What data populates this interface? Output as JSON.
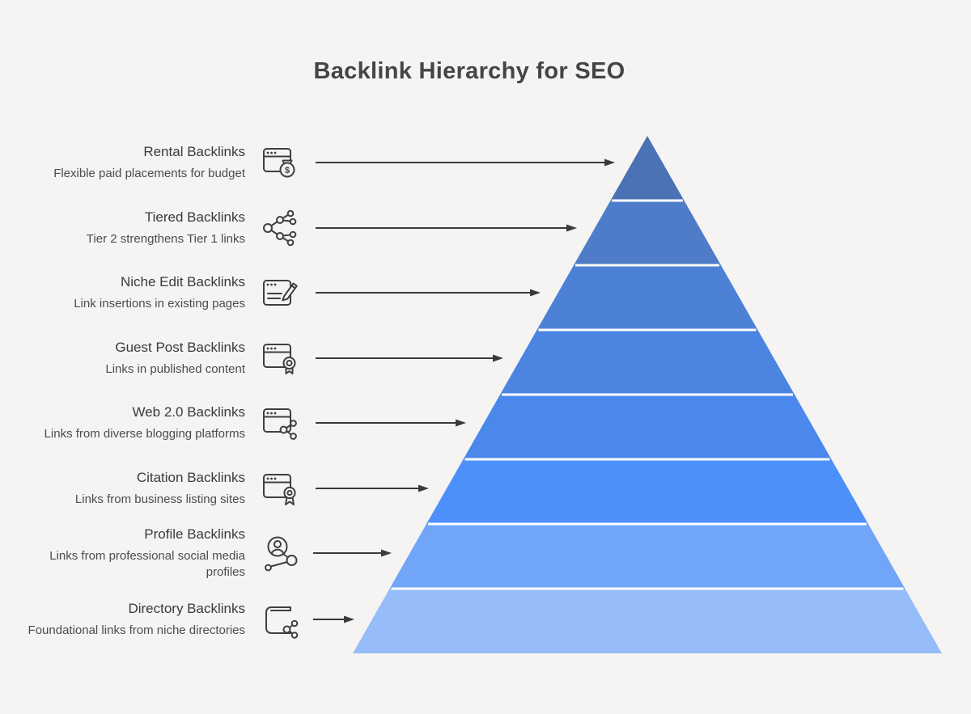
{
  "title": "Backlink Hierarchy for SEO",
  "colors": {
    "background": "#f5f4f3",
    "arrow": "#3a3a3a",
    "title_text": "#454545",
    "label_text": "#3a3a3a",
    "desc_text": "#4c4c4c",
    "divider": "#ffffff",
    "icon_stroke": "#3f3f3f"
  },
  "icons": {
    "dollar": "$"
  },
  "levels": [
    {
      "title": "Rental Backlinks",
      "description": "Flexible paid placements for budget",
      "icon": "browser-money-icon",
      "color": "#4a72b4"
    },
    {
      "title": "Tiered Backlinks",
      "description": "Tier 2 strengthens Tier 1 links",
      "icon": "network-tiered-icon",
      "color": "#4e7cc8"
    },
    {
      "title": "Niche Edit Backlinks",
      "description": "Link insertions in existing pages",
      "icon": "browser-edit-icon",
      "color": "#4d81d6"
    },
    {
      "title": "Guest Post Backlinks",
      "description": "Links in published content",
      "icon": "browser-award-icon",
      "color": "#4b85e1"
    },
    {
      "title": "Web 2.0 Backlinks",
      "description": "Links from diverse blogging platforms",
      "icon": "browser-share-icon",
      "color": "#4a88ec"
    },
    {
      "title": "Citation Backlinks",
      "description": "Links from business listing sites",
      "icon": "browser-medal-icon",
      "color": "#4d90fa"
    },
    {
      "title": "Profile Backlinks",
      "description": "Links from professional social media profiles",
      "icon": "profile-network-icon",
      "color": "#70a5f8"
    },
    {
      "title": "Directory Backlinks",
      "description": "Foundational links from niche directories",
      "icon": "book-share-icon",
      "color": "#96bdfa"
    }
  ]
}
